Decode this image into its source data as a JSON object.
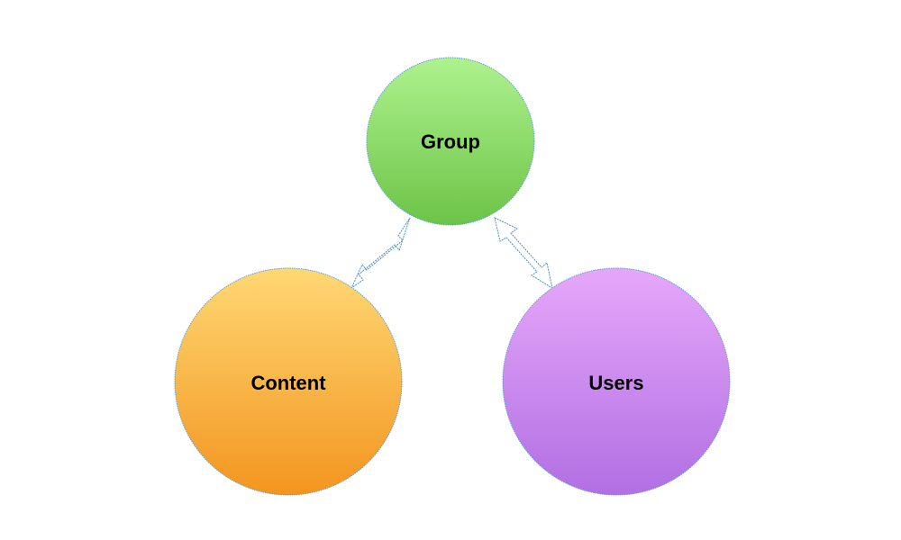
{
  "diagram": {
    "nodes": [
      {
        "id": "group",
        "label": "Group",
        "color_top": "#aef28e",
        "color_bottom": "#6cc447",
        "border": "#5a9fd1"
      },
      {
        "id": "content",
        "label": "Content",
        "color_top": "#fed874",
        "color_bottom": "#f3951f",
        "border": "#5a9fd1"
      },
      {
        "id": "users",
        "label": "Users",
        "color_top": "#e6a7fa",
        "color_bottom": "#b16fe2",
        "border": "#5a9fd1"
      }
    ],
    "edges": [
      {
        "from": "group",
        "to": "content",
        "style": "double-arrow"
      },
      {
        "from": "group",
        "to": "users",
        "style": "double-arrow"
      }
    ],
    "arrow_color": "#4a8cc4"
  }
}
